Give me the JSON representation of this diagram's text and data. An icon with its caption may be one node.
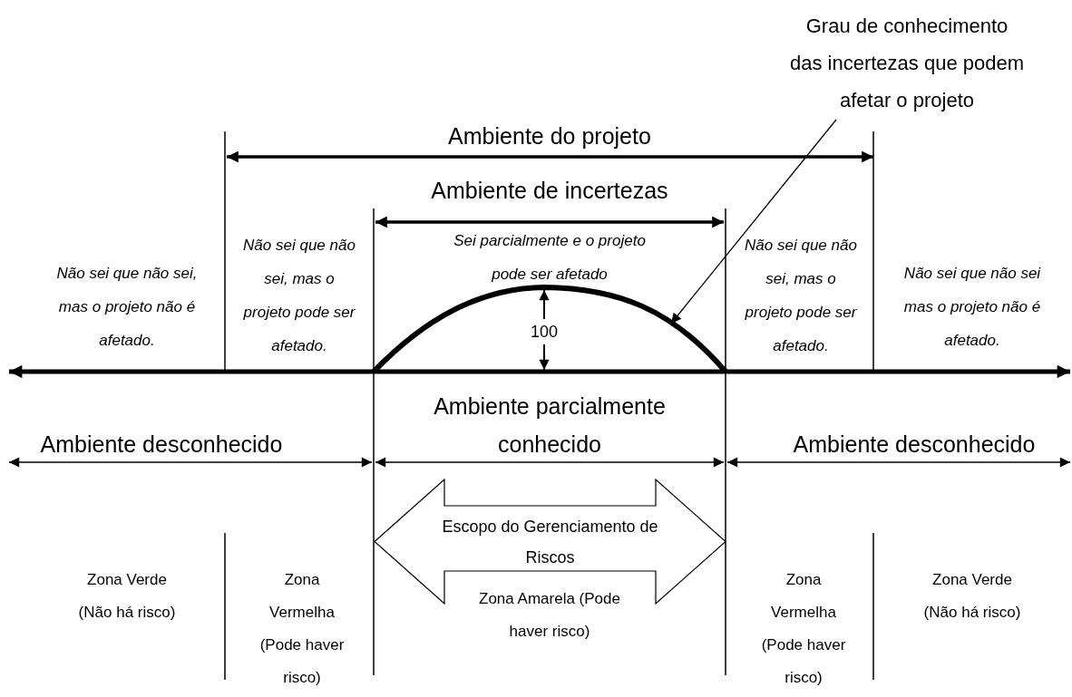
{
  "diagram": {
    "nodes": [
      {
        "text": [
          "Grau de conhecimento das incertezas que podem afetar o projeto"
        ]
      },
      {
        "text": [],
        "shape": "curve"
      },
      {
        "text": [
          "Escopo do Gerenciamento de Riscos"
        ]
      }
    ],
    "edges": [
      {
        "from": 0,
        "to": 1,
        "arrow": "to"
      }
    ],
    "labels": [
      "Ambiente do projeto",
      "Ambiente de incertezas",
      "Sei parcialmente e o projeto pode ser afetado",
      "Não sei que não sei, mas o projeto não é afetado.",
      "Não sei que não sei, mas o projeto pode ser afetado.",
      "100",
      "Não sei que não sei, mas o projeto pode ser afetado.",
      "Não sei que não sei mas o projeto não é afetado.",
      "Ambiente parcialmente conhecido",
      "Ambiente desconhecido",
      "Ambiente desconhecido",
      "Zona Verde (Não há risco)",
      "Zona Vermelha (Pode haver risco)",
      "Zona Amarela (Pode haver risco)",
      "Zona Vermelha (Pode haver risco)",
      "Zona Verde (Não há risco)"
    ]
  }
}
